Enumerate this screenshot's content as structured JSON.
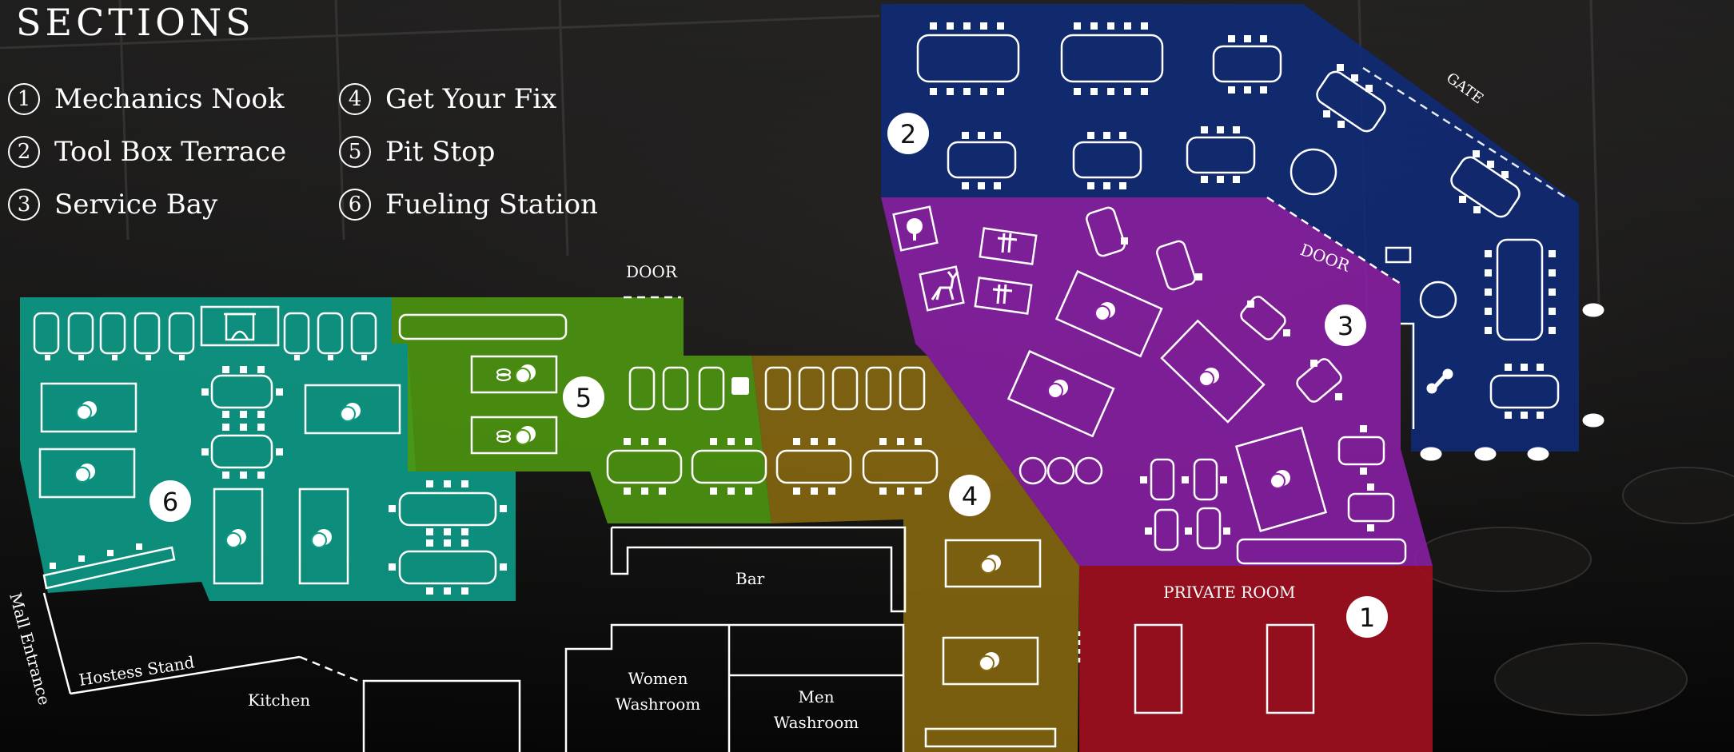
{
  "legend": {
    "title": "SECTIONS",
    "items": [
      {
        "num": "1",
        "label": "Mechanics Nook"
      },
      {
        "num": "2",
        "label": "Tool Box Terrace"
      },
      {
        "num": "3",
        "label": "Service Bay"
      },
      {
        "num": "4",
        "label": "Get Your Fix"
      },
      {
        "num": "5",
        "label": "Pit Stop"
      },
      {
        "num": "6",
        "label": "Fueling Station"
      }
    ]
  },
  "labels": {
    "door_top": "DOOR",
    "door_section3": "DOOR",
    "gate": "GATE",
    "bar": "Bar",
    "women_line1": "Women",
    "women_line2": "Washroom",
    "men_line1": "Men",
    "men_line2": "Washroom",
    "kitchen": "Kitchen",
    "hostess": "Hostess Stand",
    "mall": "Mall Entrance",
    "private_room": "PRIVATE ROOM"
  },
  "section_badges": {
    "s1": "1",
    "s2": "2",
    "s3": "3",
    "s4": "4",
    "s5": "5",
    "s6": "6"
  },
  "colors": {
    "section1": "#9e0f1e",
    "section2": "#0f2a78",
    "section3": "#8a1fa6",
    "section4": "#8a6a10",
    "section5": "#4f9a10",
    "section6": "#0d9e8a"
  },
  "icons": [
    "fireplace-icon",
    "billiard-ball-icon",
    "golf-ball-icon",
    "foosball-icon",
    "deer-icon",
    "dog-bone-icon",
    "arcade-icon",
    "seat-stool-icon"
  ]
}
